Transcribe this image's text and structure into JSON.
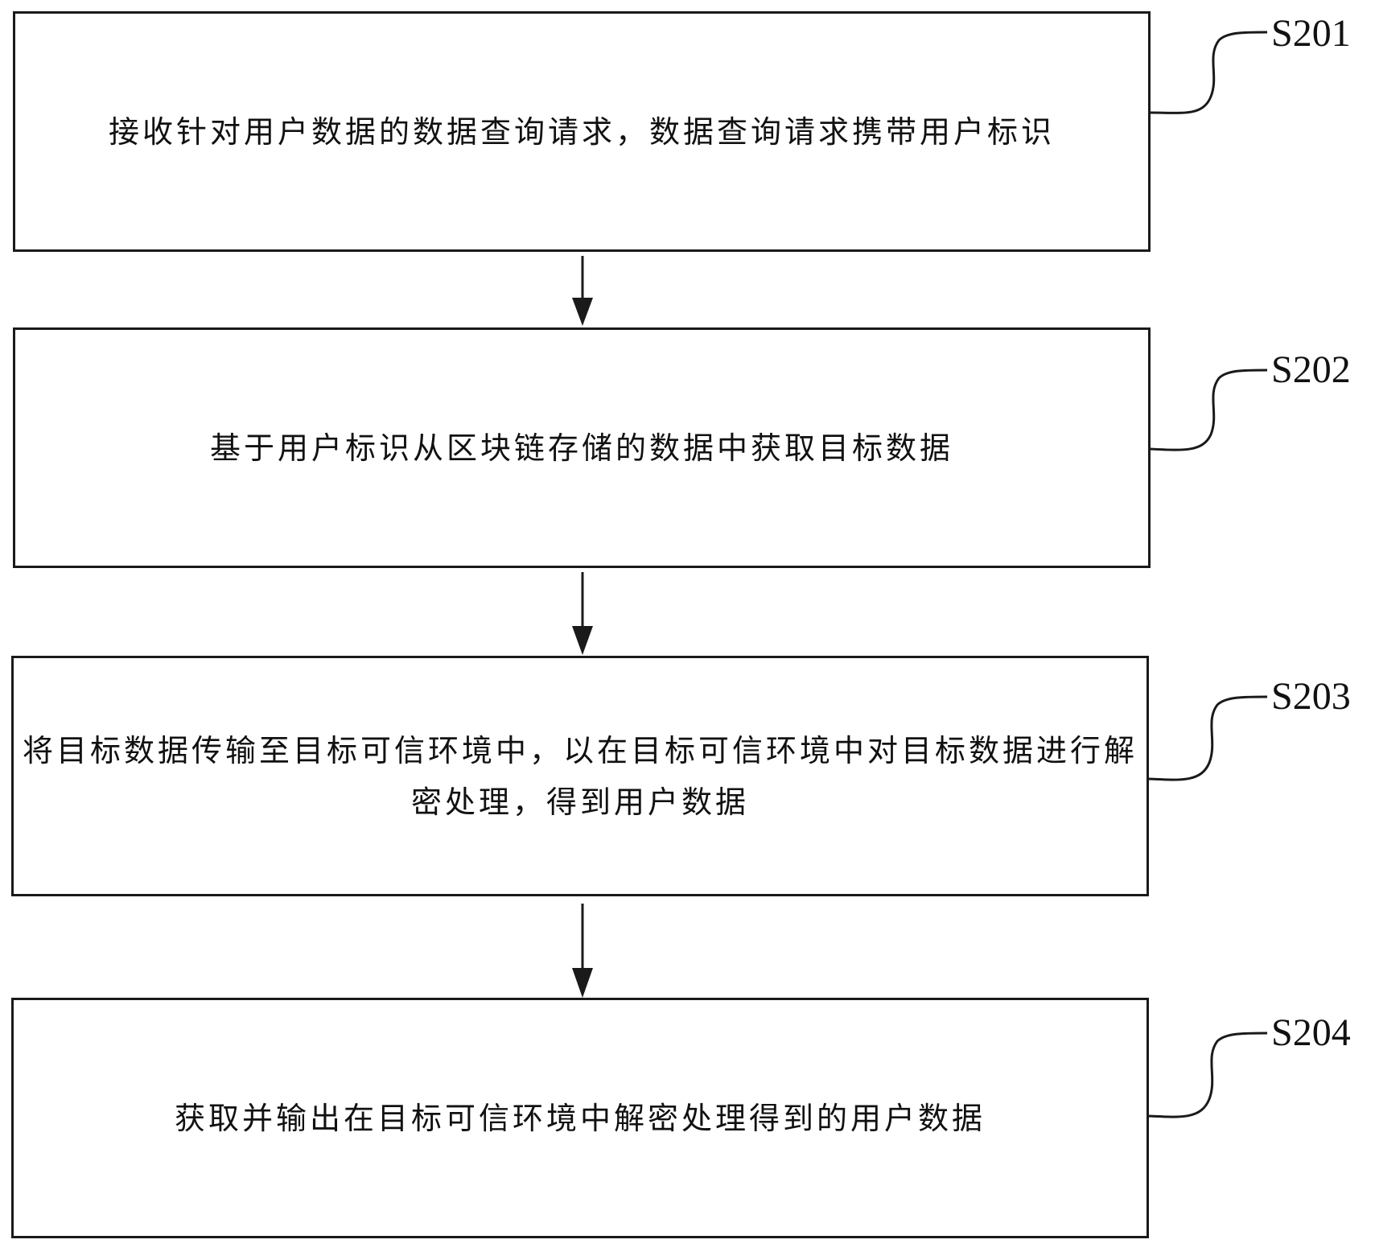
{
  "steps": [
    {
      "label": "S201",
      "text": "接收针对用户数据的数据查询请求，数据查询请求携带用户标识"
    },
    {
      "label": "S202",
      "text": "基于用户标识从区块链存储的数据中获取目标数据"
    },
    {
      "label": "S203",
      "text": "将目标数据传输至目标可信环境中，以在目标可信环境中对目标数据进行解密处理，得到用户数据"
    },
    {
      "label": "S204",
      "text": "获取并输出在目标可信环境中解密处理得到的用户数据"
    }
  ]
}
